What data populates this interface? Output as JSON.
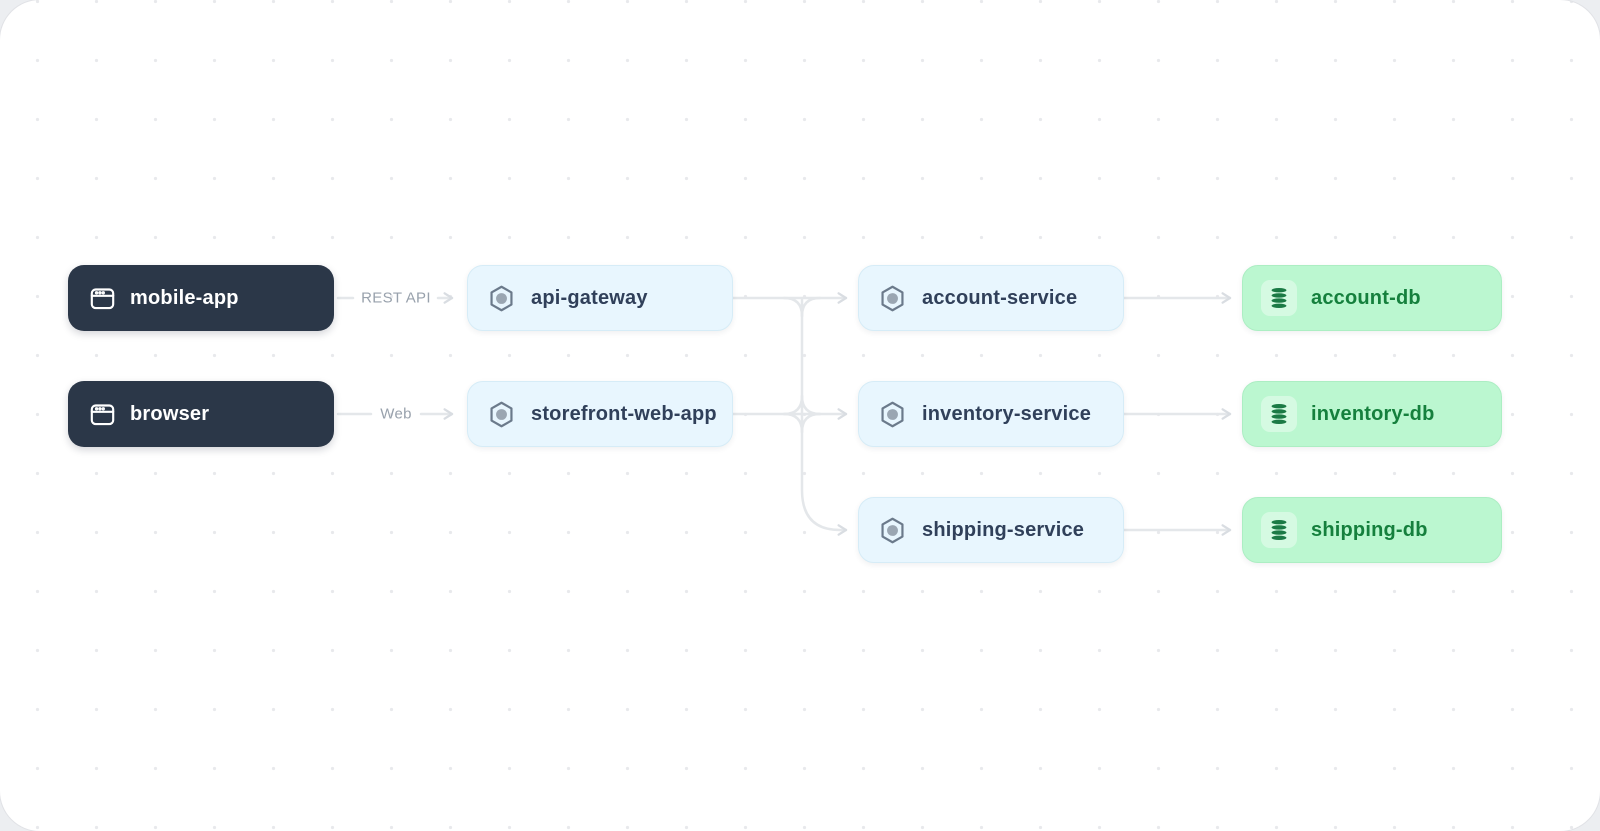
{
  "diagram": {
    "type": "architecture-flow",
    "colors": {
      "canvas_bg": "#ffffff",
      "dot_grid": "#e8e9ec",
      "client_bg": "#2b3748",
      "client_text": "#ffffff",
      "service_bg": "#e8f6fe",
      "service_border": "#d6ecf7",
      "service_text": "#30405a",
      "database_bg": "#bbf7d0",
      "database_text": "#15803d",
      "edge": "#e4e7ea",
      "edge_label_text": "#98a1ac"
    },
    "nodes": {
      "mobile_app": {
        "label": "mobile-app",
        "type": "client",
        "icon": "app-window-icon"
      },
      "browser": {
        "label": "browser",
        "type": "client",
        "icon": "app-window-icon"
      },
      "api_gateway": {
        "label": "api-gateway",
        "type": "service",
        "icon": "hexagon-node-icon"
      },
      "storefront_web_app": {
        "label": "storefront-web-app",
        "type": "service",
        "icon": "hexagon-node-icon"
      },
      "account_service": {
        "label": "account-service",
        "type": "service",
        "icon": "hexagon-node-icon"
      },
      "inventory_service": {
        "label": "inventory-service",
        "type": "service",
        "icon": "hexagon-node-icon"
      },
      "shipping_service": {
        "label": "shipping-service",
        "type": "service",
        "icon": "hexagon-node-icon"
      },
      "account_db": {
        "label": "account-db",
        "type": "database",
        "icon": "database-icon"
      },
      "inventory_db": {
        "label": "inventory-db",
        "type": "database",
        "icon": "database-icon"
      },
      "shipping_db": {
        "label": "shipping-db",
        "type": "database",
        "icon": "database-icon"
      }
    },
    "edge_labels": {
      "rest_api": "REST API",
      "web": "Web"
    },
    "edges": [
      {
        "from": "mobile-app",
        "to": "api-gateway",
        "label": "REST API"
      },
      {
        "from": "browser",
        "to": "storefront-web-app",
        "label": "Web"
      },
      {
        "from": "api-gateway",
        "to": "account-service",
        "label": ""
      },
      {
        "from": "api-gateway",
        "to": "inventory-service",
        "label": ""
      },
      {
        "from": "api-gateway",
        "to": "shipping-service",
        "label": ""
      },
      {
        "from": "storefront-web-app",
        "to": "account-service",
        "label": ""
      },
      {
        "from": "storefront-web-app",
        "to": "inventory-service",
        "label": ""
      },
      {
        "from": "storefront-web-app",
        "to": "shipping-service",
        "label": ""
      },
      {
        "from": "account-service",
        "to": "account-db",
        "label": ""
      },
      {
        "from": "inventory-service",
        "to": "inventory-db",
        "label": ""
      },
      {
        "from": "shipping-service",
        "to": "shipping-db",
        "label": ""
      }
    ]
  }
}
